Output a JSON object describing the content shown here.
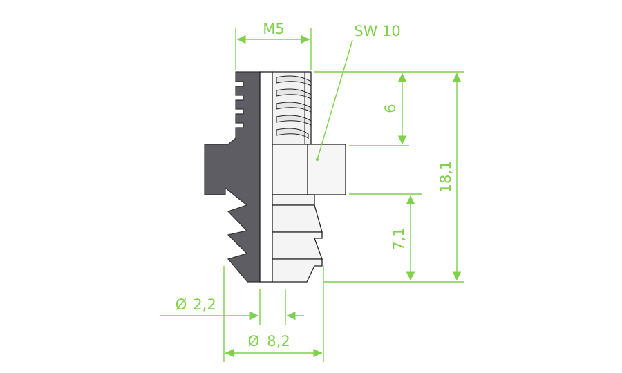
{
  "drawing": {
    "thread_label": "M5",
    "wrench_label": "SW 10",
    "thread_length_label": "6",
    "total_length_label": "18,1",
    "barb_length_label": "7,1",
    "bore_label": "2,2",
    "barb_diameter_label": "8,2",
    "diameter_symbol": "Ø"
  },
  "colors": {
    "dimension": "#7fd14a",
    "body_dark": "#5d5d63",
    "outline": "#222222",
    "face_light": "#f4f4f4",
    "thread_light": "#ececec"
  }
}
